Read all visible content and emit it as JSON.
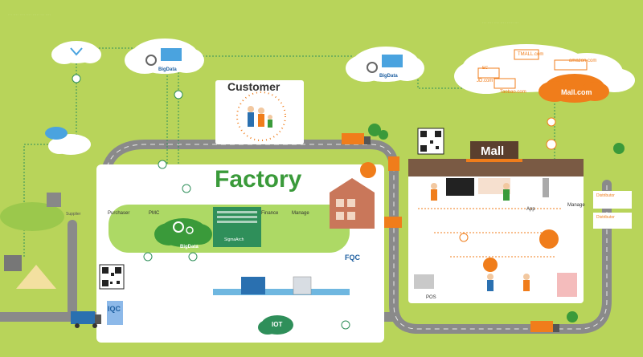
{
  "factory": {
    "title": "Factory",
    "roles": [
      "Purchaser",
      "PMC",
      "Finance",
      "Manage"
    ],
    "stations": [
      "IQC",
      "FQC",
      "IOT"
    ]
  },
  "customer": {
    "title": "Customer"
  },
  "mall": {
    "title": "Mall",
    "pos": "POS",
    "app": "App",
    "manage": "Manage"
  },
  "bigdata": {
    "label": "BigData"
  },
  "center": {
    "label": "SigmaArch"
  },
  "ecommerce": {
    "ec_label": "EC",
    "sites": [
      "TMALL.com",
      "amazon.com",
      "JD.com",
      "Taobao.com"
    ],
    "mall_site": "Mall.com"
  },
  "distributors": [
    "Distributor",
    "Distributor"
  ],
  "supplier": {
    "label": "Supplier"
  },
  "colors": {
    "background": "#b8d45a",
    "road": "#8a8a8a",
    "accent_green": "#3a9a3a",
    "accent_orange": "#f07d1b",
    "cloud_blue": "#4aa3df"
  }
}
